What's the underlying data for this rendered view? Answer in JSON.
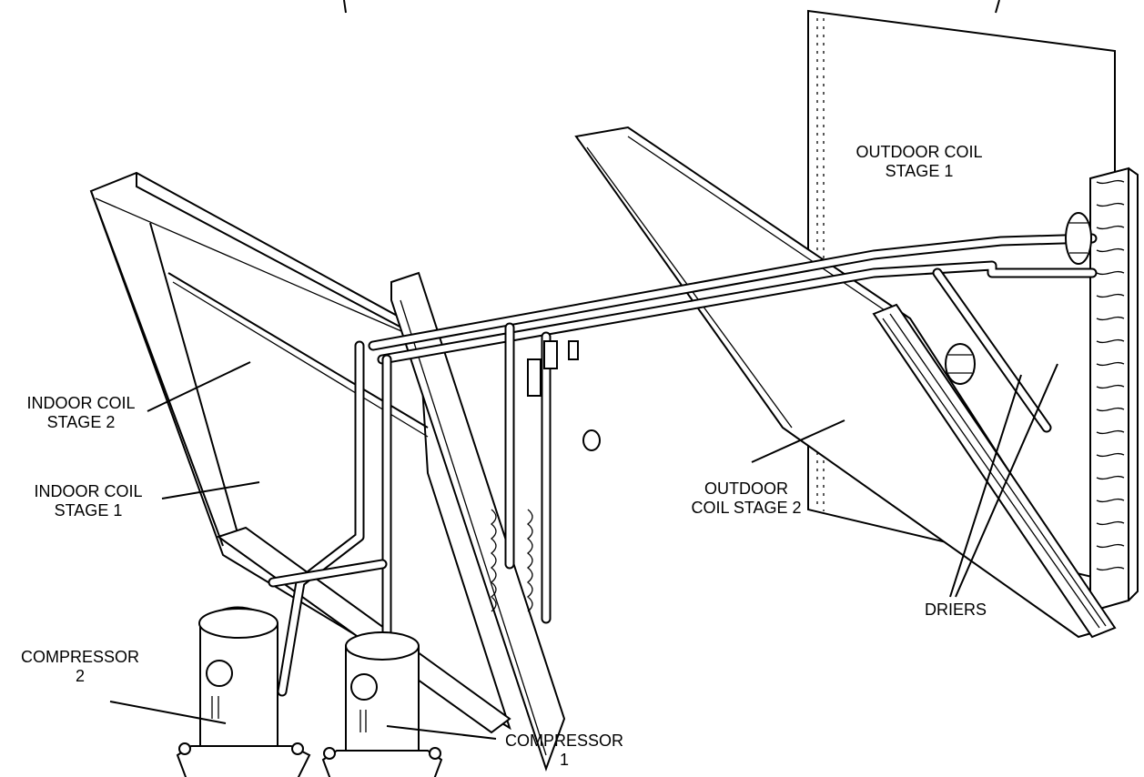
{
  "diagram": {
    "labels": {
      "outdoor_coil_stage_1": [
        "OUTDOOR COIL",
        "STAGE 1"
      ],
      "indoor_coil_stage_2": [
        "INDOOR COIL",
        "STAGE 2"
      ],
      "indoor_coil_stage_1": [
        "INDOOR COIL",
        "STAGE 1"
      ],
      "outdoor_coil_stage_2": [
        "OUTDOOR",
        "COIL STAGE 2"
      ],
      "driers": [
        "DRIERS"
      ],
      "compressor_2": [
        "COMPRESSOR",
        "2"
      ],
      "compressor_1": [
        "COMPRESSOR",
        "1"
      ]
    },
    "colors": {
      "line": "#000000",
      "background": "#ffffff"
    }
  }
}
